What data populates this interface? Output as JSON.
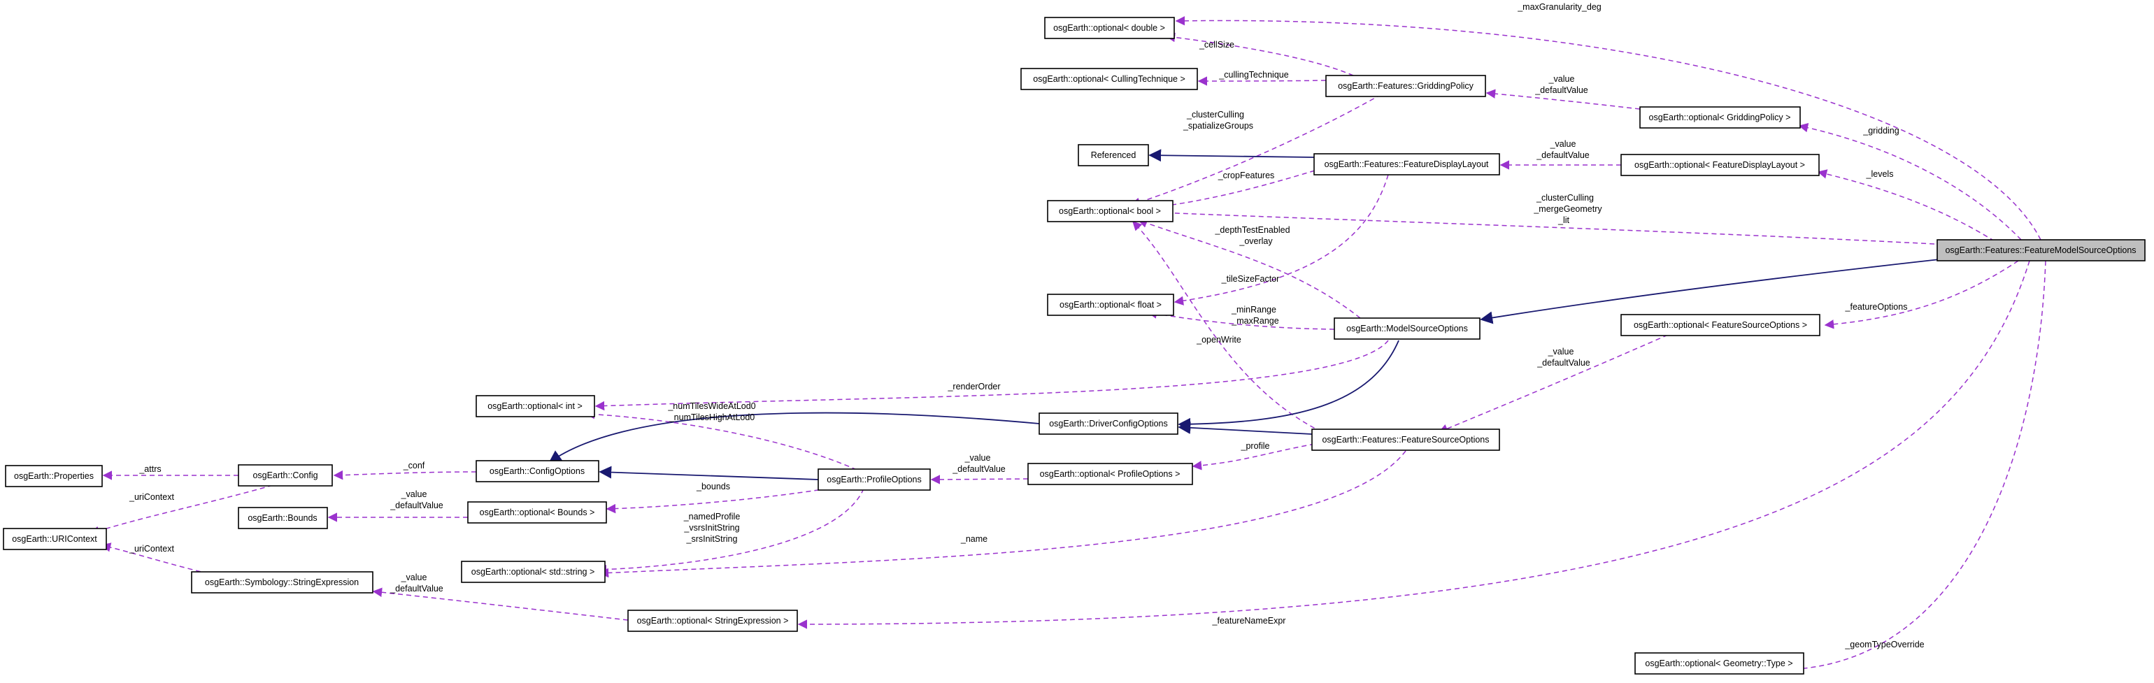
{
  "colors": {
    "usage_edge": "#9a32cd",
    "inheritance_edge": "#191970",
    "root_fill": "#bfbfbf",
    "node_fill": "#ffffff"
  },
  "nodes": {
    "feature_model_source_options": "osgEarth::Features::FeatureModelSourceOptions",
    "optional_double": "osgEarth::optional< double >",
    "optional_culling_technique": "osgEarth::optional< CullingTechnique >",
    "gridding_policy": "osgEarth::Features::GriddingPolicy",
    "optional_gridding_policy": "osgEarth::optional< GriddingPolicy >",
    "referenced": "Referenced",
    "feature_display_layout": "osgEarth::Features::FeatureDisplayLayout",
    "optional_feature_display_layout": "osgEarth::optional< FeatureDisplayLayout >",
    "optional_bool": "osgEarth::optional< bool >",
    "optional_float": "osgEarth::optional< float >",
    "model_source_options": "osgEarth::ModelSourceOptions",
    "optional_feature_source_options": "osgEarth::optional< FeatureSourceOptions >",
    "optional_int": "osgEarth::optional< int >",
    "driver_config_options": "osgEarth::DriverConfigOptions",
    "feature_source_options": "osgEarth::Features::FeatureSourceOptions",
    "properties": "osgEarth::Properties",
    "config": "osgEarth::Config",
    "config_options": "osgEarth::ConfigOptions",
    "profile_options": "osgEarth::ProfileOptions",
    "optional_profile_options": "osgEarth::optional< ProfileOptions >",
    "bounds": "osgEarth::Bounds",
    "optional_bounds": "osgEarth::optional< Bounds >",
    "uri_context": "osgEarth::URIContext",
    "optional_std_string": "osgEarth::optional< std::string >",
    "string_expression": "osgEarth::Symbology::StringExpression",
    "optional_string_expression": "osgEarth::optional< StringExpression >",
    "optional_geometry_type": "osgEarth::optional< Geometry::Type >"
  },
  "edge_labels": {
    "max_granularity_deg": "_maxGranularity_deg",
    "cell_size": "_cellSize",
    "culling_technique": "_cullingTechnique",
    "gp_value": "_value",
    "gp_default_value": "_defaultValue",
    "gridding": "_gridding",
    "cluster_culling_1": "_clusterCulling",
    "spatialize_groups": "_spatializeGroups",
    "fdl_value": "_value",
    "fdl_default_value": "_defaultValue",
    "crop_features": "_cropFeatures",
    "levels": "_levels",
    "cluster_culling_2": "_clusterCulling",
    "merge_geometry": "_mergeGeometry",
    "lit": "_lit",
    "depth_test_enabled": "_depthTestEnabled",
    "overlay": "_overlay",
    "tile_size_factor": "_tileSizeFactor",
    "min_range": "_minRange",
    "max_range": "_maxRange",
    "open_write": "_openWrite",
    "feature_options": "_featureOptions",
    "fso_value": "_value",
    "fso_default_value": "_defaultValue",
    "render_order": "_renderOrder",
    "num_tiles_wide": "_numTilesWideAtLod0",
    "num_tiles_high": "_numTilesHighAtLod0",
    "profile": "_profile",
    "po_value": "_value",
    "po_default_value": "_defaultValue",
    "attrs": "_attrs",
    "conf": "_conf",
    "uri_context_1": "_uriContext",
    "bounds": "_bounds",
    "b_value": "_value",
    "b_default_value": "_defaultValue",
    "named_profile": "_namedProfile",
    "vsrs_init_string": "_vsrsInitString",
    "srs_init_string": "_srsInitString",
    "name": "_name",
    "uri_context_2": "_uriContext",
    "se_value": "_value",
    "se_default_value": "_defaultValue",
    "feature_name_expr": "_featureNameExpr",
    "geom_type_override": "_geomTypeOverride"
  }
}
